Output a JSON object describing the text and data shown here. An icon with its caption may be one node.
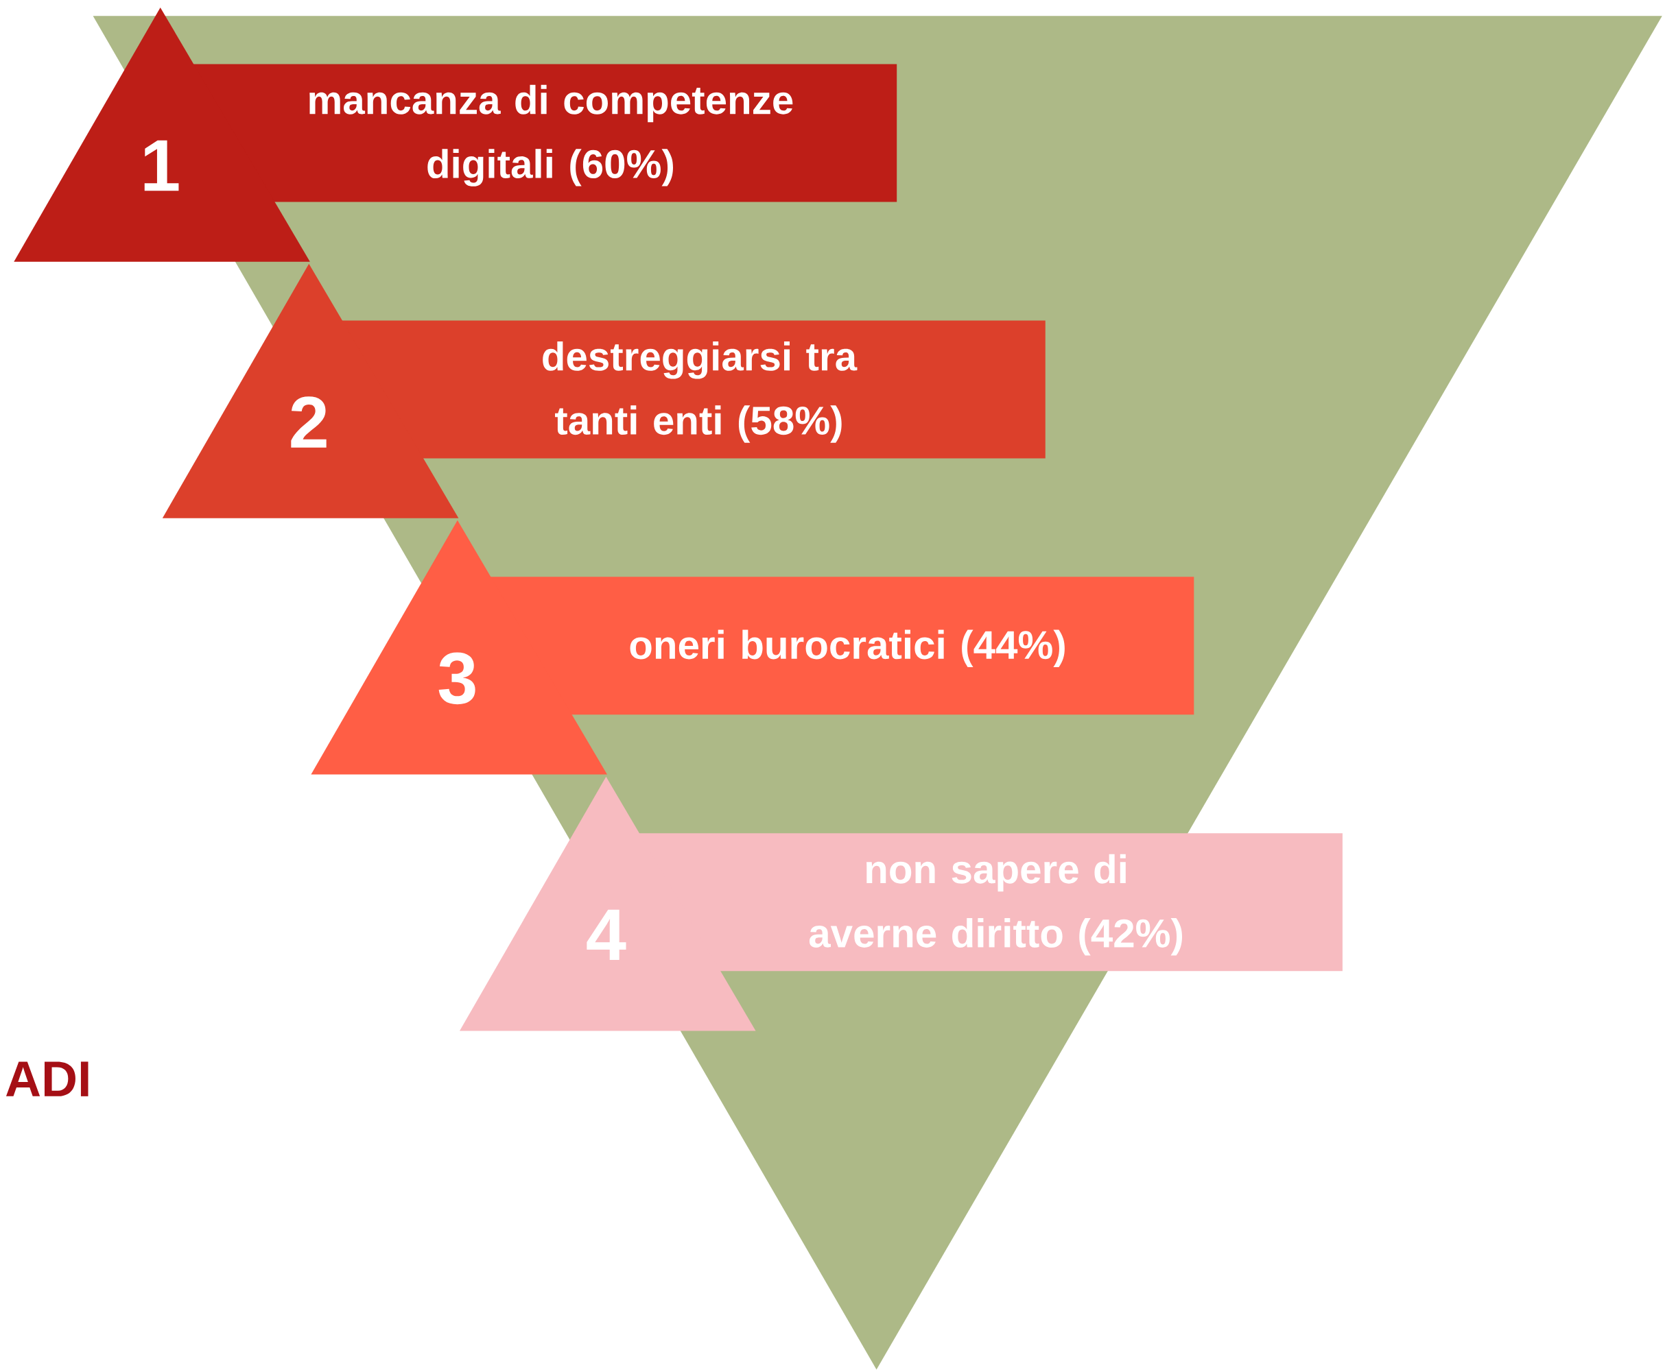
{
  "diagram": {
    "nodes": [
      {
        "text": [
          "1",
          "mancanza di competenze digitali (60%)"
        ]
      },
      {
        "text": [
          "2",
          "destreggiarsi tra tanti enti (58%)"
        ]
      },
      {
        "text": [
          "3",
          "oneri burocratici (44%)"
        ]
      },
      {
        "text": [
          "4",
          "non sapere di averne diritto (42%)"
        ]
      }
    ],
    "labels": [
      "ADI"
    ]
  }
}
